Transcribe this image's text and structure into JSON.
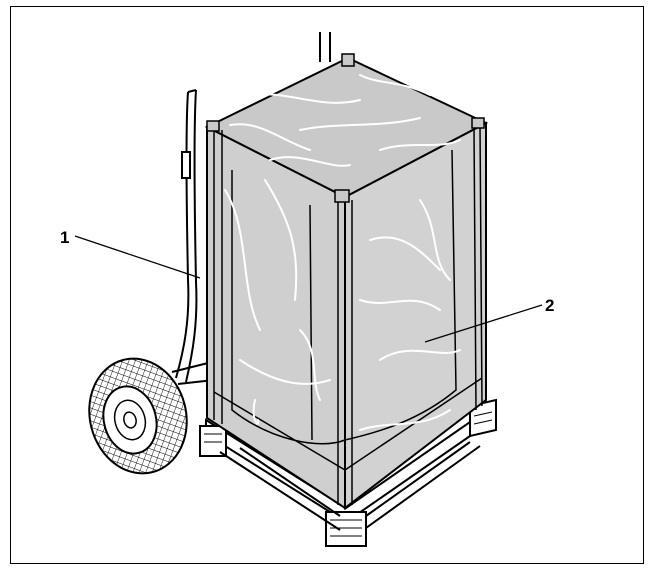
{
  "figure": {
    "callouts": [
      {
        "label": "1",
        "target": "hand-truck-frame"
      },
      {
        "label": "2",
        "target": "wrapped-packaged-unit"
      }
    ]
  },
  "colors": {
    "wrap_fill": "#cfcfcf",
    "wrap_top": "#c9c9c9",
    "line": "#000000",
    "highlight": "#ffffff",
    "pallet": "#ffffff"
  }
}
